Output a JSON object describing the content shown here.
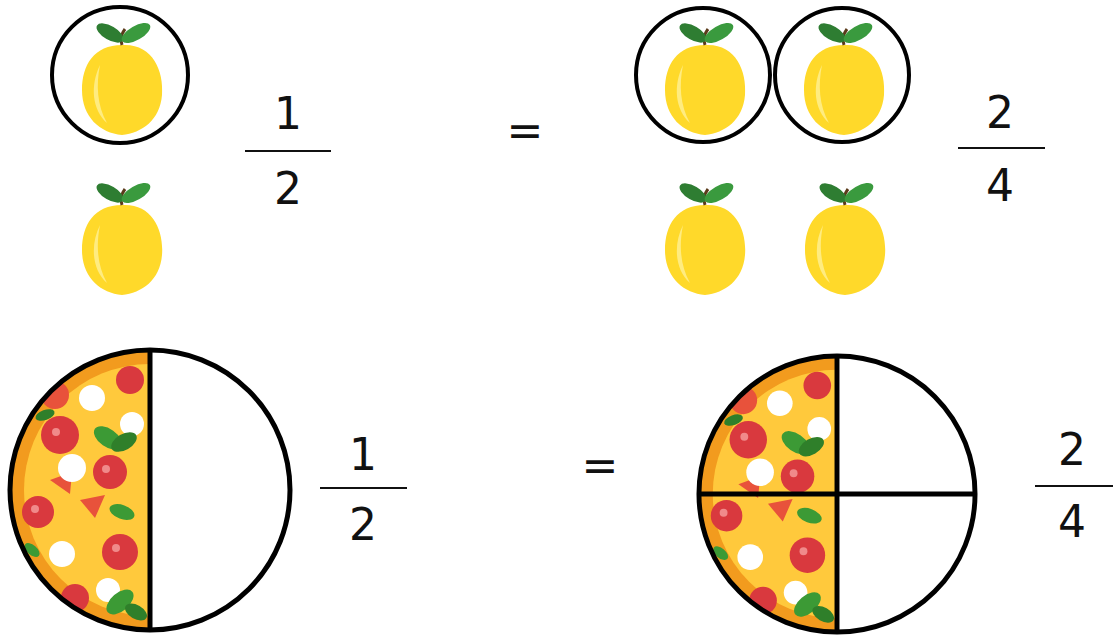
{
  "diagram": {
    "labels": [
      "1",
      "2",
      "=",
      "2",
      "4",
      "1",
      "2",
      "=",
      "2",
      "4"
    ]
  }
}
